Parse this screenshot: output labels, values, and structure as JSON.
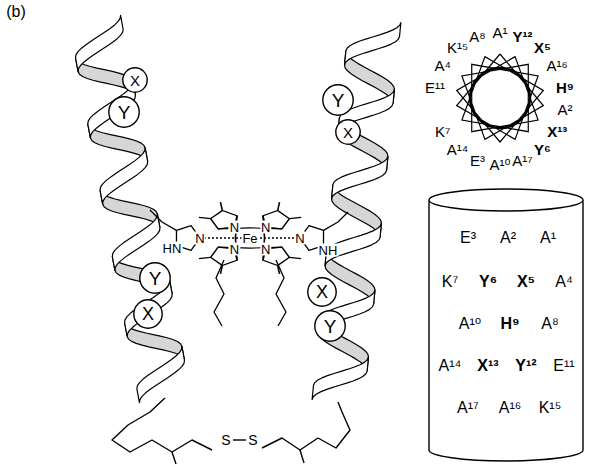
{
  "diagram": {
    "nodes": [
      {
        "text": [
          "X"
        ]
      },
      {
        "text": [
          "Y"
        ]
      },
      {
        "text": [
          "Y"
        ]
      },
      {
        "text": [
          "X"
        ]
      },
      {
        "text": [
          "Y"
        ]
      },
      {
        "text": [
          "X"
        ]
      },
      {
        "text": [
          "X"
        ]
      },
      {
        "text": [
          "Y"
        ]
      },
      {
        "text": [
          "E³",
          "A²",
          "A¹",
          "K⁷",
          "Y⁶",
          "X⁵",
          "A⁴",
          "A¹⁰",
          "H⁹",
          "A⁸",
          "A¹⁴",
          "X¹³",
          "Y¹²",
          "E¹¹",
          "A¹⁷",
          "A¹⁶",
          "K¹⁵"
        ]
      }
    ],
    "labels": [
      "(b)",
      "HN",
      "N",
      "Fe",
      "N",
      "N",
      "N",
      "N",
      "N",
      "NH",
      "S",
      "S",
      "A⁴",
      "K¹⁵",
      "A⁸",
      "A¹",
      "Y¹²",
      "X⁵",
      "A¹⁶",
      "H⁹",
      "A²",
      "X¹³",
      "Y⁶",
      "A¹⁷",
      "A¹⁰",
      "E³",
      "A¹⁴",
      "K⁷",
      "E¹¹"
    ]
  }
}
